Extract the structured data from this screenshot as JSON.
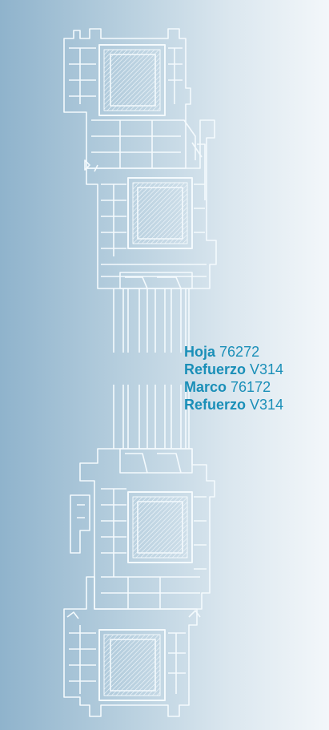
{
  "colors": {
    "line": "#f4fafd",
    "accent": "#1a8fb8"
  },
  "labels": [
    {
      "part": "Hoja",
      "code": "76272"
    },
    {
      "part": "Refuerzo",
      "code": "V314"
    },
    {
      "part": "Marco",
      "code": "76172"
    },
    {
      "part": "Refuerzo",
      "code": "V314"
    }
  ]
}
